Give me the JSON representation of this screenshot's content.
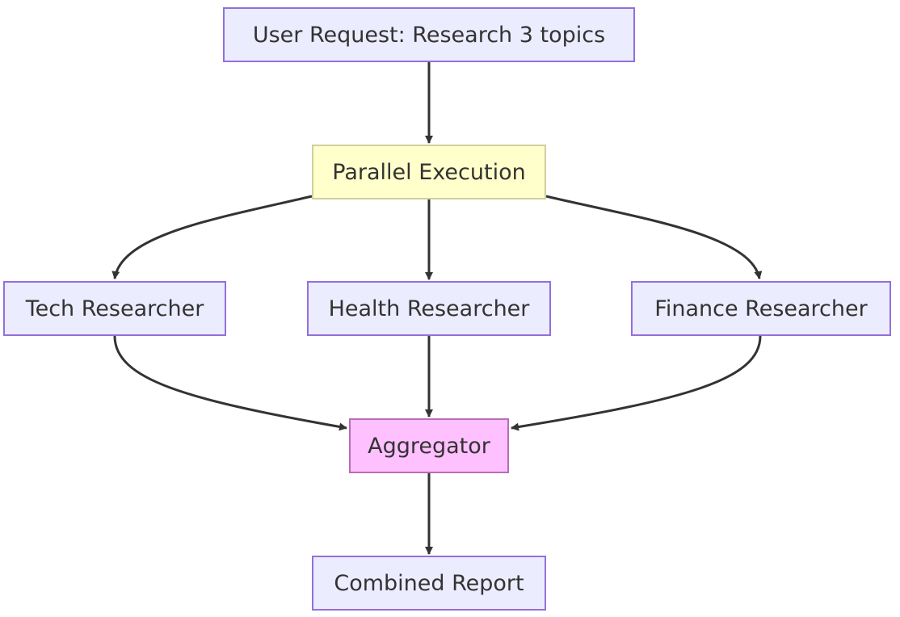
{
  "colors": {
    "node_fill": "#ECECFF",
    "node_border": "#9370DB",
    "parallel_fill": "#FFFFCC",
    "parallel_border": "#CFCF9E",
    "aggregator_fill": "#FFC0FF",
    "aggregator_border": "#B96CB9",
    "edge": "#333333",
    "text": "#333333"
  },
  "nodes": {
    "user_request": "User Request: Research 3 topics",
    "parallel_execution": "Parallel Execution",
    "tech_researcher": "Tech Researcher",
    "health_researcher": "Health Researcher",
    "finance_researcher": "Finance Researcher",
    "aggregator": "Aggregator",
    "combined_report": "Combined Report"
  },
  "edges": [
    {
      "from": "user_request",
      "to": "parallel_execution"
    },
    {
      "from": "parallel_execution",
      "to": "tech_researcher"
    },
    {
      "from": "parallel_execution",
      "to": "health_researcher"
    },
    {
      "from": "parallel_execution",
      "to": "finance_researcher"
    },
    {
      "from": "tech_researcher",
      "to": "aggregator"
    },
    {
      "from": "health_researcher",
      "to": "aggregator"
    },
    {
      "from": "finance_researcher",
      "to": "aggregator"
    },
    {
      "from": "aggregator",
      "to": "combined_report"
    }
  ]
}
